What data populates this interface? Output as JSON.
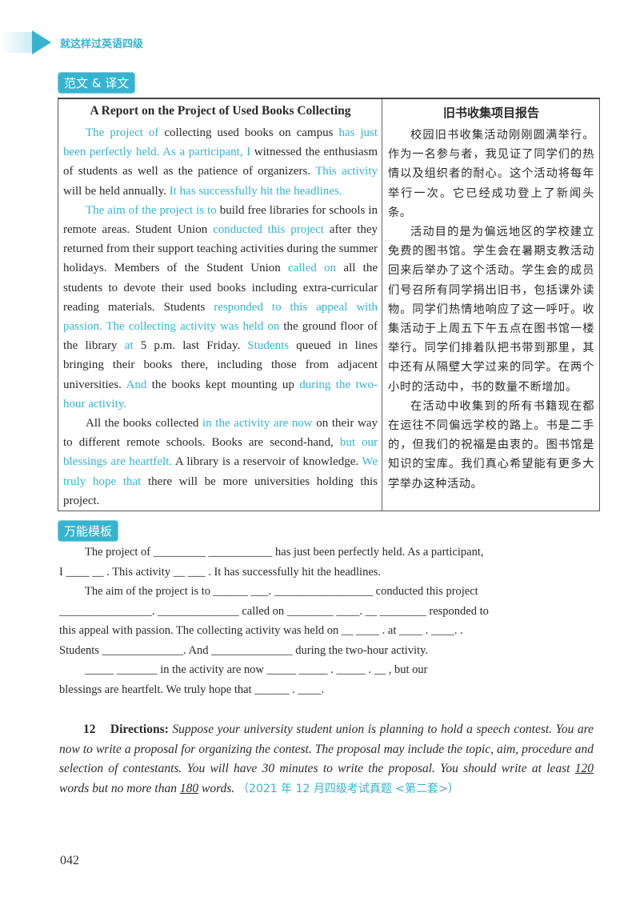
{
  "header": {
    "title": "就这样过英语四级"
  },
  "section1_label": "范文 & 译文",
  "section2_label": "万能模板",
  "essay": {
    "en_title": "A Report on the Project of Used Books Collecting",
    "zh_title": "旧书收集项目报告",
    "en_p1": [
      {
        "t": "The project of",
        "a": true
      },
      {
        "t": " collecting used books on campus ",
        "a": false
      },
      {
        "t": "has just been perfectly held. As a participant, I",
        "a": true
      },
      {
        "t": " witnessed the enthusiasm of students as well as the patience of organizers. ",
        "a": false
      },
      {
        "t": "This activity",
        "a": true
      },
      {
        "t": " will be held annually. ",
        "a": false
      },
      {
        "t": "It has successfully hit the headlines.",
        "a": true
      }
    ],
    "en_p2": [
      {
        "t": "The aim of the project is to",
        "a": true
      },
      {
        "t": " build free libraries for schools in remote areas. Student Union ",
        "a": false
      },
      {
        "t": "conducted this project",
        "a": true
      },
      {
        "t": " after they returned from their support teaching activities during the summer holidays. Members of the Student Union ",
        "a": false
      },
      {
        "t": "called on",
        "a": true
      },
      {
        "t": " all the students to devote their used books including extra-curricular reading materials. Students ",
        "a": false
      },
      {
        "t": "responded to this appeal with passion. The collecting activity was held on",
        "a": true
      },
      {
        "t": " the ground floor of the library ",
        "a": false
      },
      {
        "t": "at",
        "a": true
      },
      {
        "t": " 5 p.m. last Friday. ",
        "a": false
      },
      {
        "t": "Students",
        "a": true
      },
      {
        "t": " queued in lines bringing their books there, including those from adjacent universities. ",
        "a": false
      },
      {
        "t": "And",
        "a": true
      },
      {
        "t": " the books kept mounting up ",
        "a": false
      },
      {
        "t": "during the two-hour activity.",
        "a": true
      }
    ],
    "en_p3": [
      {
        "t": "All the books collected ",
        "a": false
      },
      {
        "t": "in the activity are now",
        "a": true
      },
      {
        "t": " on their way to different remote schools. Books are second-hand, ",
        "a": false
      },
      {
        "t": "but our blessings are heartfelt.",
        "a": true
      },
      {
        "t": " A library is a reservoir of knowledge. ",
        "a": false
      },
      {
        "t": "We truly hope that",
        "a": true
      },
      {
        "t": " there will be more universities holding this project.",
        "a": false
      }
    ],
    "zh_p1": "校园旧书收集活动刚刚圆满举行。作为一名参与者，我见证了同学们的热情以及组织者的耐心。这个活动将每年举行一次。它已经成功登上了新闻头条。",
    "zh_p2": "活动目的是为偏远地区的学校建立免费的图书馆。学生会在暑期支教活动回来后举办了这个活动。学生会的成员们号召所有同学捐出旧书，包括课外读物。同学们热情地响应了这一呼吁。收集活动于上周五下午五点在图书馆一楼举行。同学们排着队把书带到那里，其中还有从隔壁大学过来的同学。在两个小时的活动中，书的数量不断增加。",
    "zh_p3": "在活动中收集到的所有书籍现在都在运往不同偏远学校的路上。书是二手的，但我们的祝福是由衷的。图书馆是知识的宝库。我们真心希望能有更多大学举办这种活动。"
  },
  "template": {
    "l1": "The project of _________ ___________ has just been perfectly held. As a participant,",
    "l2": "I      ____        __ . This activity    __     ___     . It has successfully hit the headlines.",
    "l3": "The aim of the project is to ______            ___. _________________ conducted this project",
    "l4": "________________. ______________ called on ________  ____. __ ________        responded to",
    "l5": "this appeal with passion. The collecting activity was held on __      ____ .      at ____ .    ____.   .",
    "l6": "Students ______________. And ______________ during the two-hour activity.",
    "l7": "_____  _______      in the activity are now _____     _____     . _____       . __      , but our",
    "l8": "blessings are heartfelt. We truly hope that      ______ .  ____."
  },
  "question": {
    "number": "12",
    "label": "Directions:",
    "text_a": "Suppose your university student union is planning to hold a speech contest. You are now to write a proposal for organizing the contest. The proposal may include the topic, aim, procedure and selection of contestants. You will have 30 minutes to write the proposal. You should write at least ",
    "min_words": "120",
    "text_b": " words but no more than ",
    "max_words": "180",
    "text_c": " words.",
    "source": "（2021 年 12 月四级考试真题 <第二套>）"
  },
  "page_number": "042",
  "colors": {
    "accent": "#36b3cf",
    "text": "#2a2a2a"
  }
}
